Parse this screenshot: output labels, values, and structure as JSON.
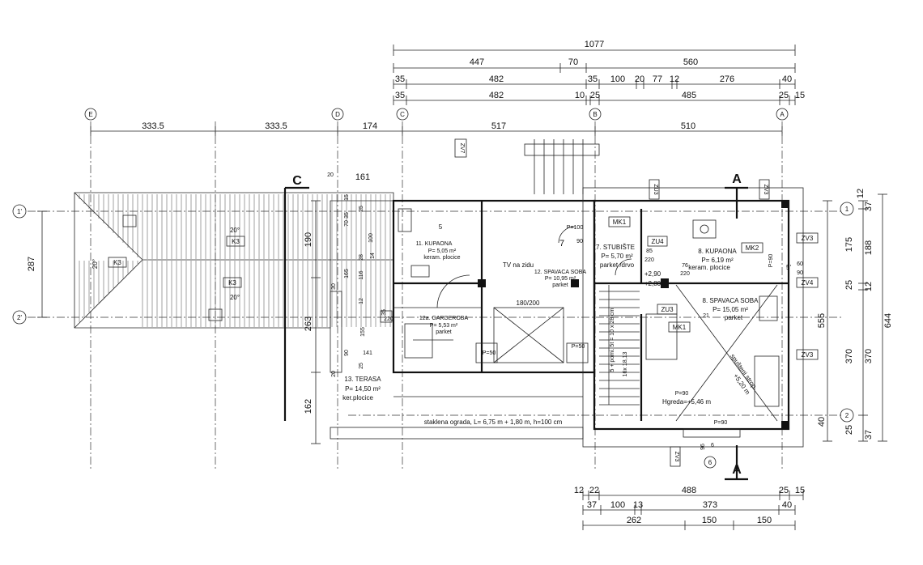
{
  "dimensions_top": {
    "overall": "1077",
    "row2": [
      "447",
      "70",
      "560"
    ],
    "row3": [
      "35",
      "482",
      "35",
      "100",
      "20",
      "77",
      "12",
      "276",
      "40"
    ],
    "row4": [
      "35",
      "482",
      "10",
      "25",
      "485",
      "25",
      "15"
    ],
    "axis_row": [
      "333.5",
      "333.5",
      "174",
      "517",
      "510"
    ]
  },
  "axes": {
    "vertical": [
      "E",
      "D",
      "C",
      "B",
      "A"
    ],
    "horizontal_left": [
      "1'",
      "2'"
    ],
    "horizontal_right": [
      "1",
      "2"
    ]
  },
  "dimensions_left": [
    "287",
    "190",
    "263",
    "162"
  ],
  "dimensions_right": [
    "12",
    "37",
    "175",
    "188",
    "555",
    "644",
    "25",
    "12",
    "370",
    "370",
    "40",
    "25",
    "37"
  ],
  "dimensions_bottom": {
    "row1": [
      "12",
      "22",
      "488",
      "25",
      "15"
    ],
    "row2": [
      "37",
      "100",
      "13",
      "373",
      "40"
    ],
    "row3": [
      "262",
      "150",
      "150"
    ]
  },
  "dimensions_misc": [
    "20",
    "161",
    "15",
    "25",
    "70",
    "35",
    "100",
    "28",
    "14",
    "165",
    "116",
    "30",
    "12",
    "155",
    "90",
    "20",
    "141",
    "25",
    "35",
    "220",
    "90",
    "85",
    "220",
    "76",
    "220",
    "60",
    "90",
    "96",
    "6"
  ],
  "section_markers": [
    "C",
    "A",
    "A"
  ],
  "rooms": [
    {
      "name": "11. KUPAONA",
      "area": "P= 5,05 m²",
      "finish": "keram. plocice"
    },
    {
      "name": "12. SPAVACA SOBA",
      "area": "P= 10,95 m²",
      "finish": "parket"
    },
    {
      "name": "12a. GARDEROBA",
      "area": "P= 5,53 m²",
      "finish": "parket"
    },
    {
      "name": "7. STUBIŠTE",
      "area": "P= 5,70 m²",
      "finish": "parket /drvo"
    },
    {
      "name": "8. KUPAONA",
      "area": "P= 6,19 m²",
      "finish": "keram. plocice"
    },
    {
      "name": "8. SPAVACA SOBA",
      "area": "P= 15,05 m²",
      "finish": "parket"
    },
    {
      "name": "13. TERASA",
      "area": "P= 14,50 m²",
      "finish": "ker.plocice"
    }
  ],
  "labels": {
    "tv": "TV na zidu",
    "bed": "180/200",
    "railing": "staklena ograda, L= 6,75 m + 1,80 m, h=100 cm",
    "stairs": "16x 18,13",
    "stairs_note": "5 + pomi. 5t = 10 x 28 cm",
    "ceiling": "spušteni strop",
    "ceiling_height": "+5,20 m",
    "ridge": "Hgreda=+5,46 m",
    "roof_k3": [
      "K3",
      "K3",
      "K3"
    ],
    "roof_slope": [
      "20°",
      "20°",
      "20°"
    ],
    "mk": [
      "MK1",
      "MK2",
      "MK1"
    ],
    "zu": [
      "ZU4",
      "ZU3",
      "ZU3"
    ],
    "zv": [
      "ZV3",
      "ZV4",
      "ZV3",
      "ZV3",
      "ZV3",
      "ZV7"
    ],
    "levels": [
      "+2,90",
      "+2,80"
    ],
    "openings": [
      "P=100",
      "P=90",
      "P=90",
      "P=50",
      "P=50",
      "P=90"
    ],
    "numbers": [
      "7",
      "5'",
      "5",
      "6",
      "21"
    ]
  },
  "colors": {
    "line": "#111111",
    "paper": "#ffffff"
  }
}
